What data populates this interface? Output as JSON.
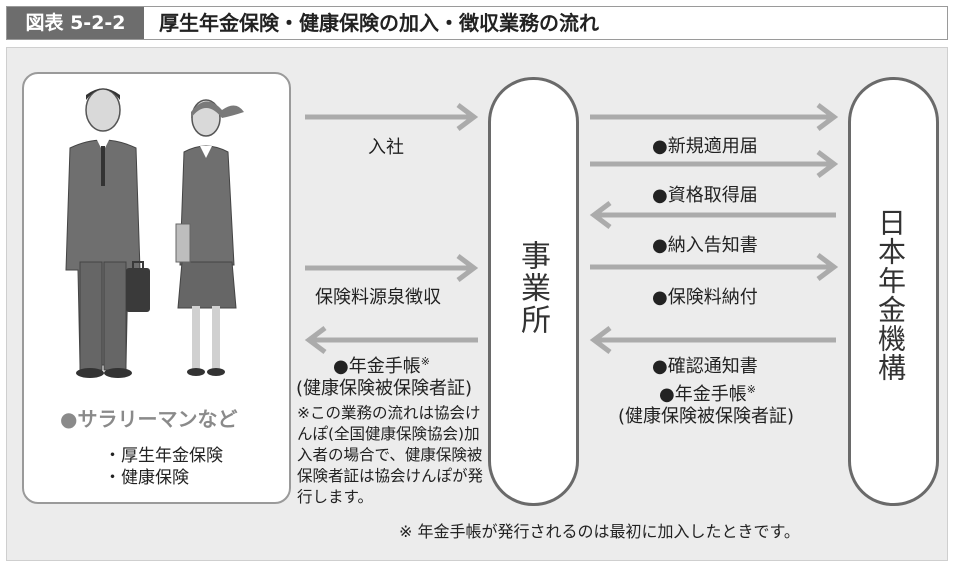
{
  "header": {
    "figure_label": "図表 5-2-2",
    "title": "厚生年金保険・健康保険の加入・徴収業務の流れ"
  },
  "people": {
    "caption": "●サラリーマンなど",
    "insurances": [
      "・厚生年金保険",
      "・健康保険"
    ]
  },
  "office": {
    "label": "事業所"
  },
  "pension_org": {
    "label": "日本年金機構"
  },
  "left_flows": {
    "join": "入社",
    "withhold": "保険料源泉徴収",
    "pension_book": "●年金手帳",
    "pension_book_mark": "※",
    "insurance_card": "(健康保険被保険者証)"
  },
  "side_note": "※この業務の流れは協会けんぽ(全国健康保険協会)加入者の場合で、健康保険被保険者証は協会けんぽが発行します。",
  "right_flows": {
    "new_registration": "●新規適用届",
    "acquisition": "●資格取得届",
    "payment_notice": "●納入告知書",
    "premium_payment": "●保険料納付",
    "confirmation_notice": "●確認通知書",
    "pension_book": "●年金手帳",
    "pension_book_mark": "※",
    "insurance_card": "(健康保険被保険者証)"
  },
  "footer_note": "※ 年金手帳が発行されるのは最初に加入したときです。",
  "colors": {
    "arrow": "#ababab",
    "panel_bg": "#ececec",
    "label_bg": "#6d6d6d",
    "pill_border": "#6a6a6a",
    "caption_gray": "#8a8a8a"
  }
}
